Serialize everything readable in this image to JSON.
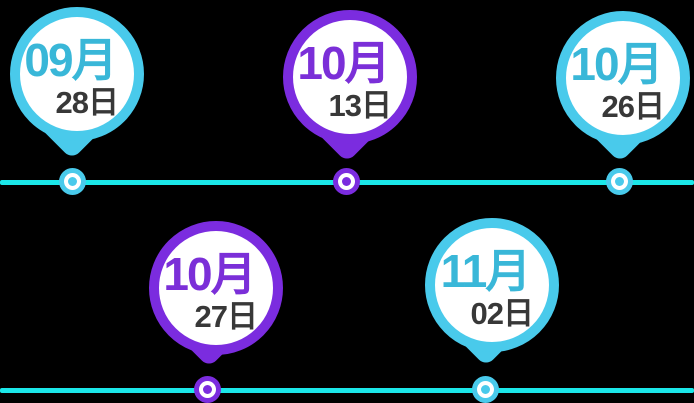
{
  "page": {
    "background": "#000000"
  },
  "colors": {
    "cyan_accent": "#49CAEB",
    "cyan_text": "#39B7D8",
    "purple_accent": "#7B2CDF",
    "purple_text": "#7B2FD8",
    "line": "#1BE7E9",
    "day_text": "#383838",
    "bubble_fill": "#FFFFFF"
  },
  "timeline": {
    "rows": [
      {
        "events": [
          {
            "month": "09月",
            "day": "28日",
            "theme": "cyan"
          },
          {
            "month": "10月",
            "day": "13日",
            "theme": "purple"
          },
          {
            "month": "10月",
            "day": "26日",
            "theme": "cyan"
          }
        ]
      },
      {
        "events": [
          {
            "month": "10月",
            "day": "27日",
            "theme": "purple"
          },
          {
            "month": "11月",
            "day": "02日",
            "theme": "cyan"
          }
        ]
      }
    ]
  }
}
